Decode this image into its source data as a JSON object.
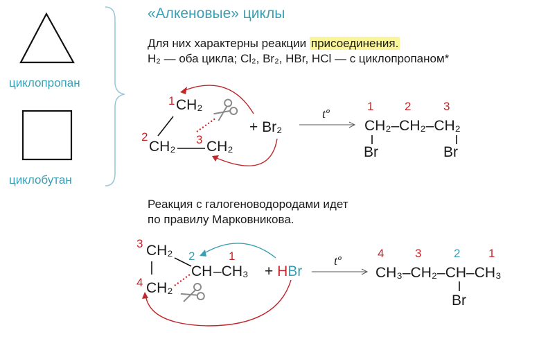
{
  "title": "«Алкеновые» циклы",
  "left": {
    "cyclopropane_label": "циклопропан",
    "cyclobutane_label": "циклобутан"
  },
  "section1": {
    "line1_pre": "Для них характерны реакции ",
    "line1_highlight": "присоединения.",
    "line2": "H₂ — оба цикла; Cl₂, Br₂, HBr, HCl — с циклопропаном*"
  },
  "reaction1": {
    "ring": {
      "top": "CH₂",
      "left": "CH₂",
      "right": "CH₂",
      "num_top": "1",
      "num_left": "2",
      "num_right": "3"
    },
    "reagent": "+ Br₂",
    "condition": "tº",
    "product": {
      "chain": "CH₂–CH₂–CH₂",
      "nums": [
        "1",
        "2",
        "3"
      ],
      "sub_left": "Br",
      "sub_right": "Br"
    }
  },
  "section2": {
    "line1": "Реакция с галогеноводородами идет",
    "line2": "по правилу Марковникова."
  },
  "reaction2": {
    "ring": {
      "top": "CH₂",
      "bottom": "CH₂",
      "ch": "CH",
      "methyl": "–CH₃",
      "num_top": "3",
      "num_bottom": "4",
      "num_ch": "2",
      "num_methyl": "1"
    },
    "reagent_plus": "+",
    "reagent_h": "H",
    "reagent_br": "Br",
    "condition": "tº",
    "product": {
      "chain": "CH₃–CH₂–CH–CH₃",
      "nums": [
        "4",
        "3",
        "2",
        "1"
      ],
      "sub": "Br"
    }
  },
  "colors": {
    "teal": "#3a9fb4",
    "red": "#c0282c",
    "highlight": "#fbf59a",
    "scissors": "#8a8a8a"
  }
}
